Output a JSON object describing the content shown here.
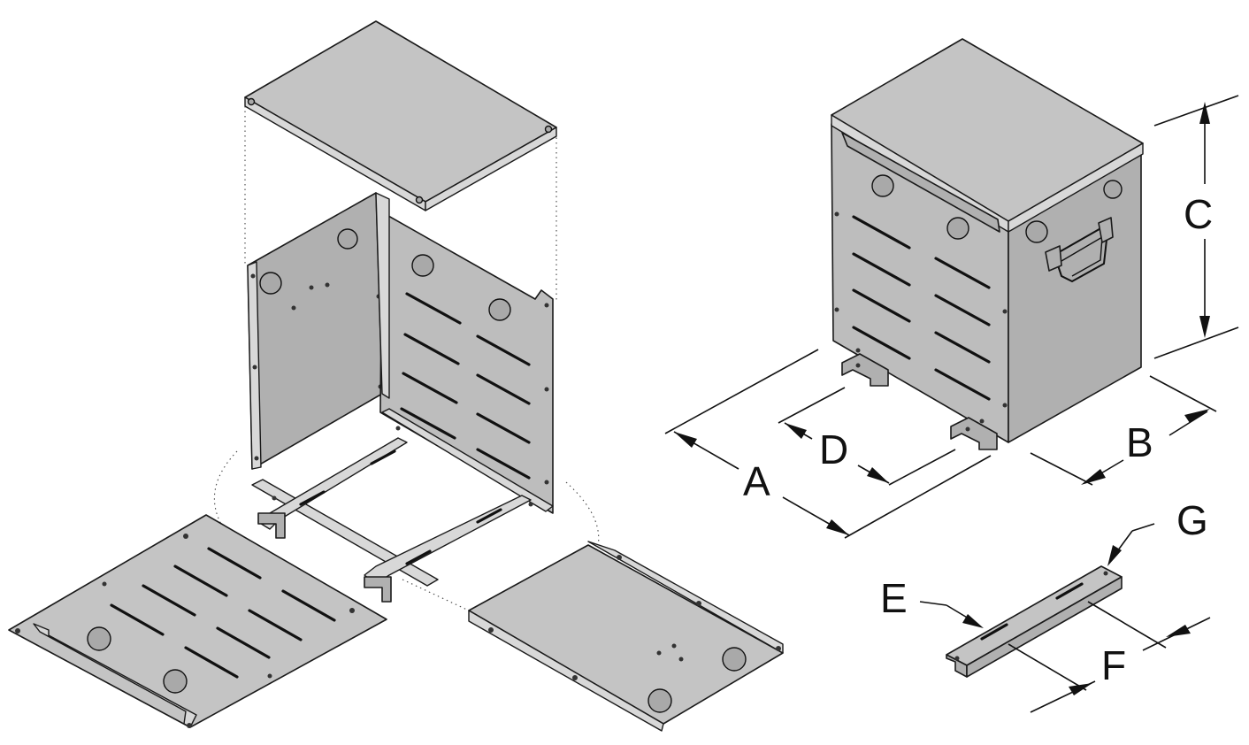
{
  "dimension_labels": {
    "A": "A",
    "B": "B",
    "C": "C",
    "D": "D",
    "E": "E",
    "F": "F",
    "G": "G"
  },
  "colors": {
    "panel": "#c4c4c4",
    "outline": "#1a1a1a"
  }
}
